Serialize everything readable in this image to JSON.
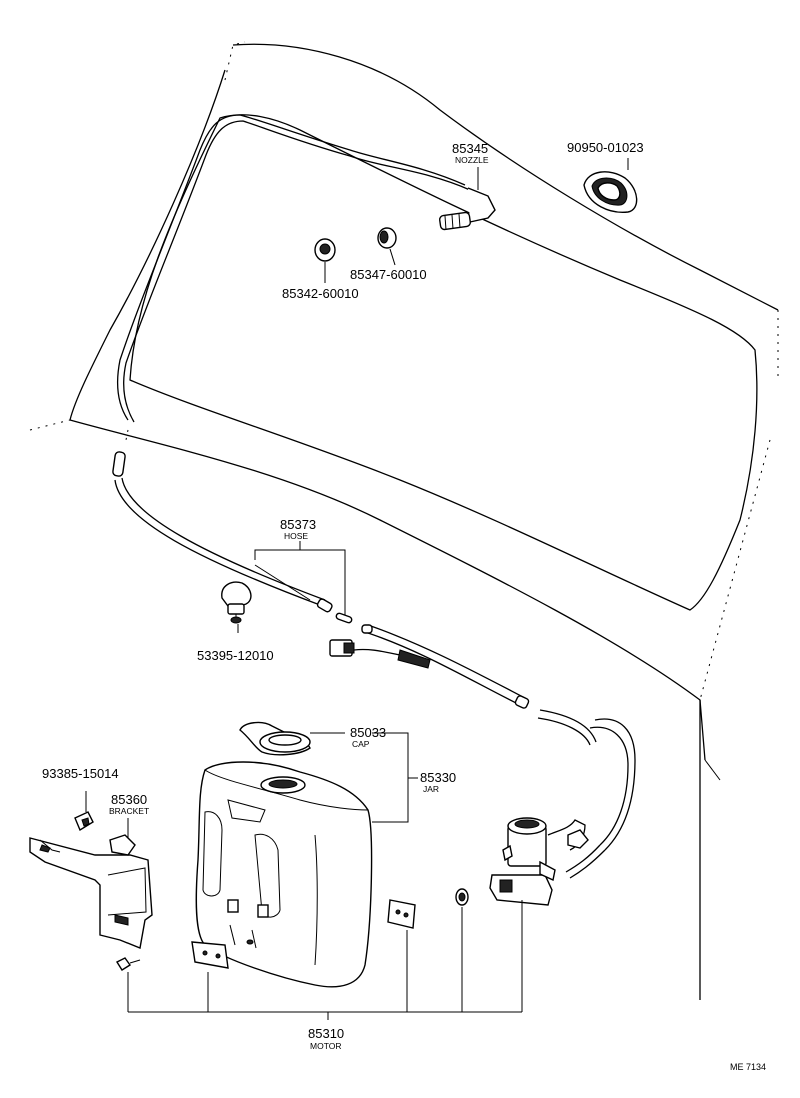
{
  "labels": {
    "nozzle": {
      "number": "85345",
      "name": "NOZZLE"
    },
    "grommet": {
      "number": "90950-01023"
    },
    "nut": {
      "number": "85342-60010"
    },
    "gasket": {
      "number": "85347-60010"
    },
    "hose": {
      "number": "85373",
      "name": "HOSE"
    },
    "clamp": {
      "number": "53395-12010"
    },
    "cap": {
      "number": "85033",
      "name": "CAP"
    },
    "jar": {
      "number": "85330",
      "name": "JAR"
    },
    "screw": {
      "number": "93385-15014"
    },
    "bracket": {
      "number": "85360",
      "name": "BRACKET"
    },
    "motor": {
      "number": "85310",
      "name": "MOTOR"
    }
  },
  "reference": "ME 7134"
}
